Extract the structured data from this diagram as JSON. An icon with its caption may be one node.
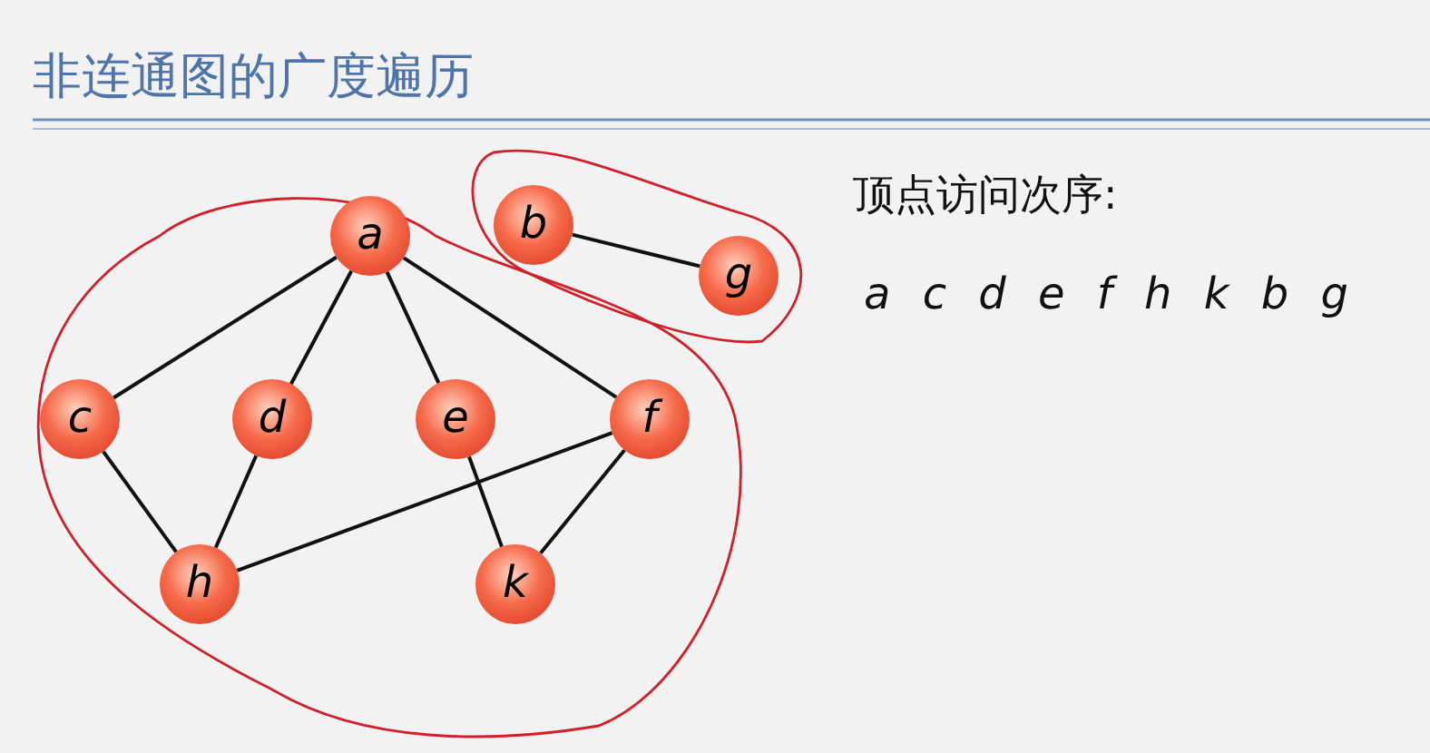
{
  "diagram": {
    "title": "非连通图的广度遍历",
    "nodes": [
      {
        "text": [
          "a"
        ]
      },
      {
        "text": [
          "b"
        ]
      },
      {
        "text": [
          "c"
        ]
      },
      {
        "text": [
          "d"
        ]
      },
      {
        "text": [
          "e"
        ]
      },
      {
        "text": [
          "f"
        ]
      },
      {
        "text": [
          "g"
        ]
      },
      {
        "text": [
          "h"
        ]
      },
      {
        "text": [
          "k"
        ]
      }
    ],
    "edges": [
      {
        "from": 0,
        "to": 2,
        "arrow": "none"
      },
      {
        "from": 0,
        "to": 3,
        "arrow": "none"
      },
      {
        "from": 0,
        "to": 4,
        "arrow": "none"
      },
      {
        "from": 0,
        "to": 5,
        "arrow": "none"
      },
      {
        "from": 1,
        "to": 6,
        "arrow": "none"
      },
      {
        "from": 2,
        "to": 7,
        "arrow": "none"
      },
      {
        "from": 3,
        "to": 7,
        "arrow": "none"
      },
      {
        "from": 7,
        "to": 5,
        "arrow": "none"
      },
      {
        "from": 4,
        "to": 8,
        "arrow": "none"
      },
      {
        "from": 5,
        "to": 8,
        "arrow": "none"
      }
    ],
    "labels": [
      "顶点访问次序:",
      "a c d e f h k b g"
    ]
  }
}
